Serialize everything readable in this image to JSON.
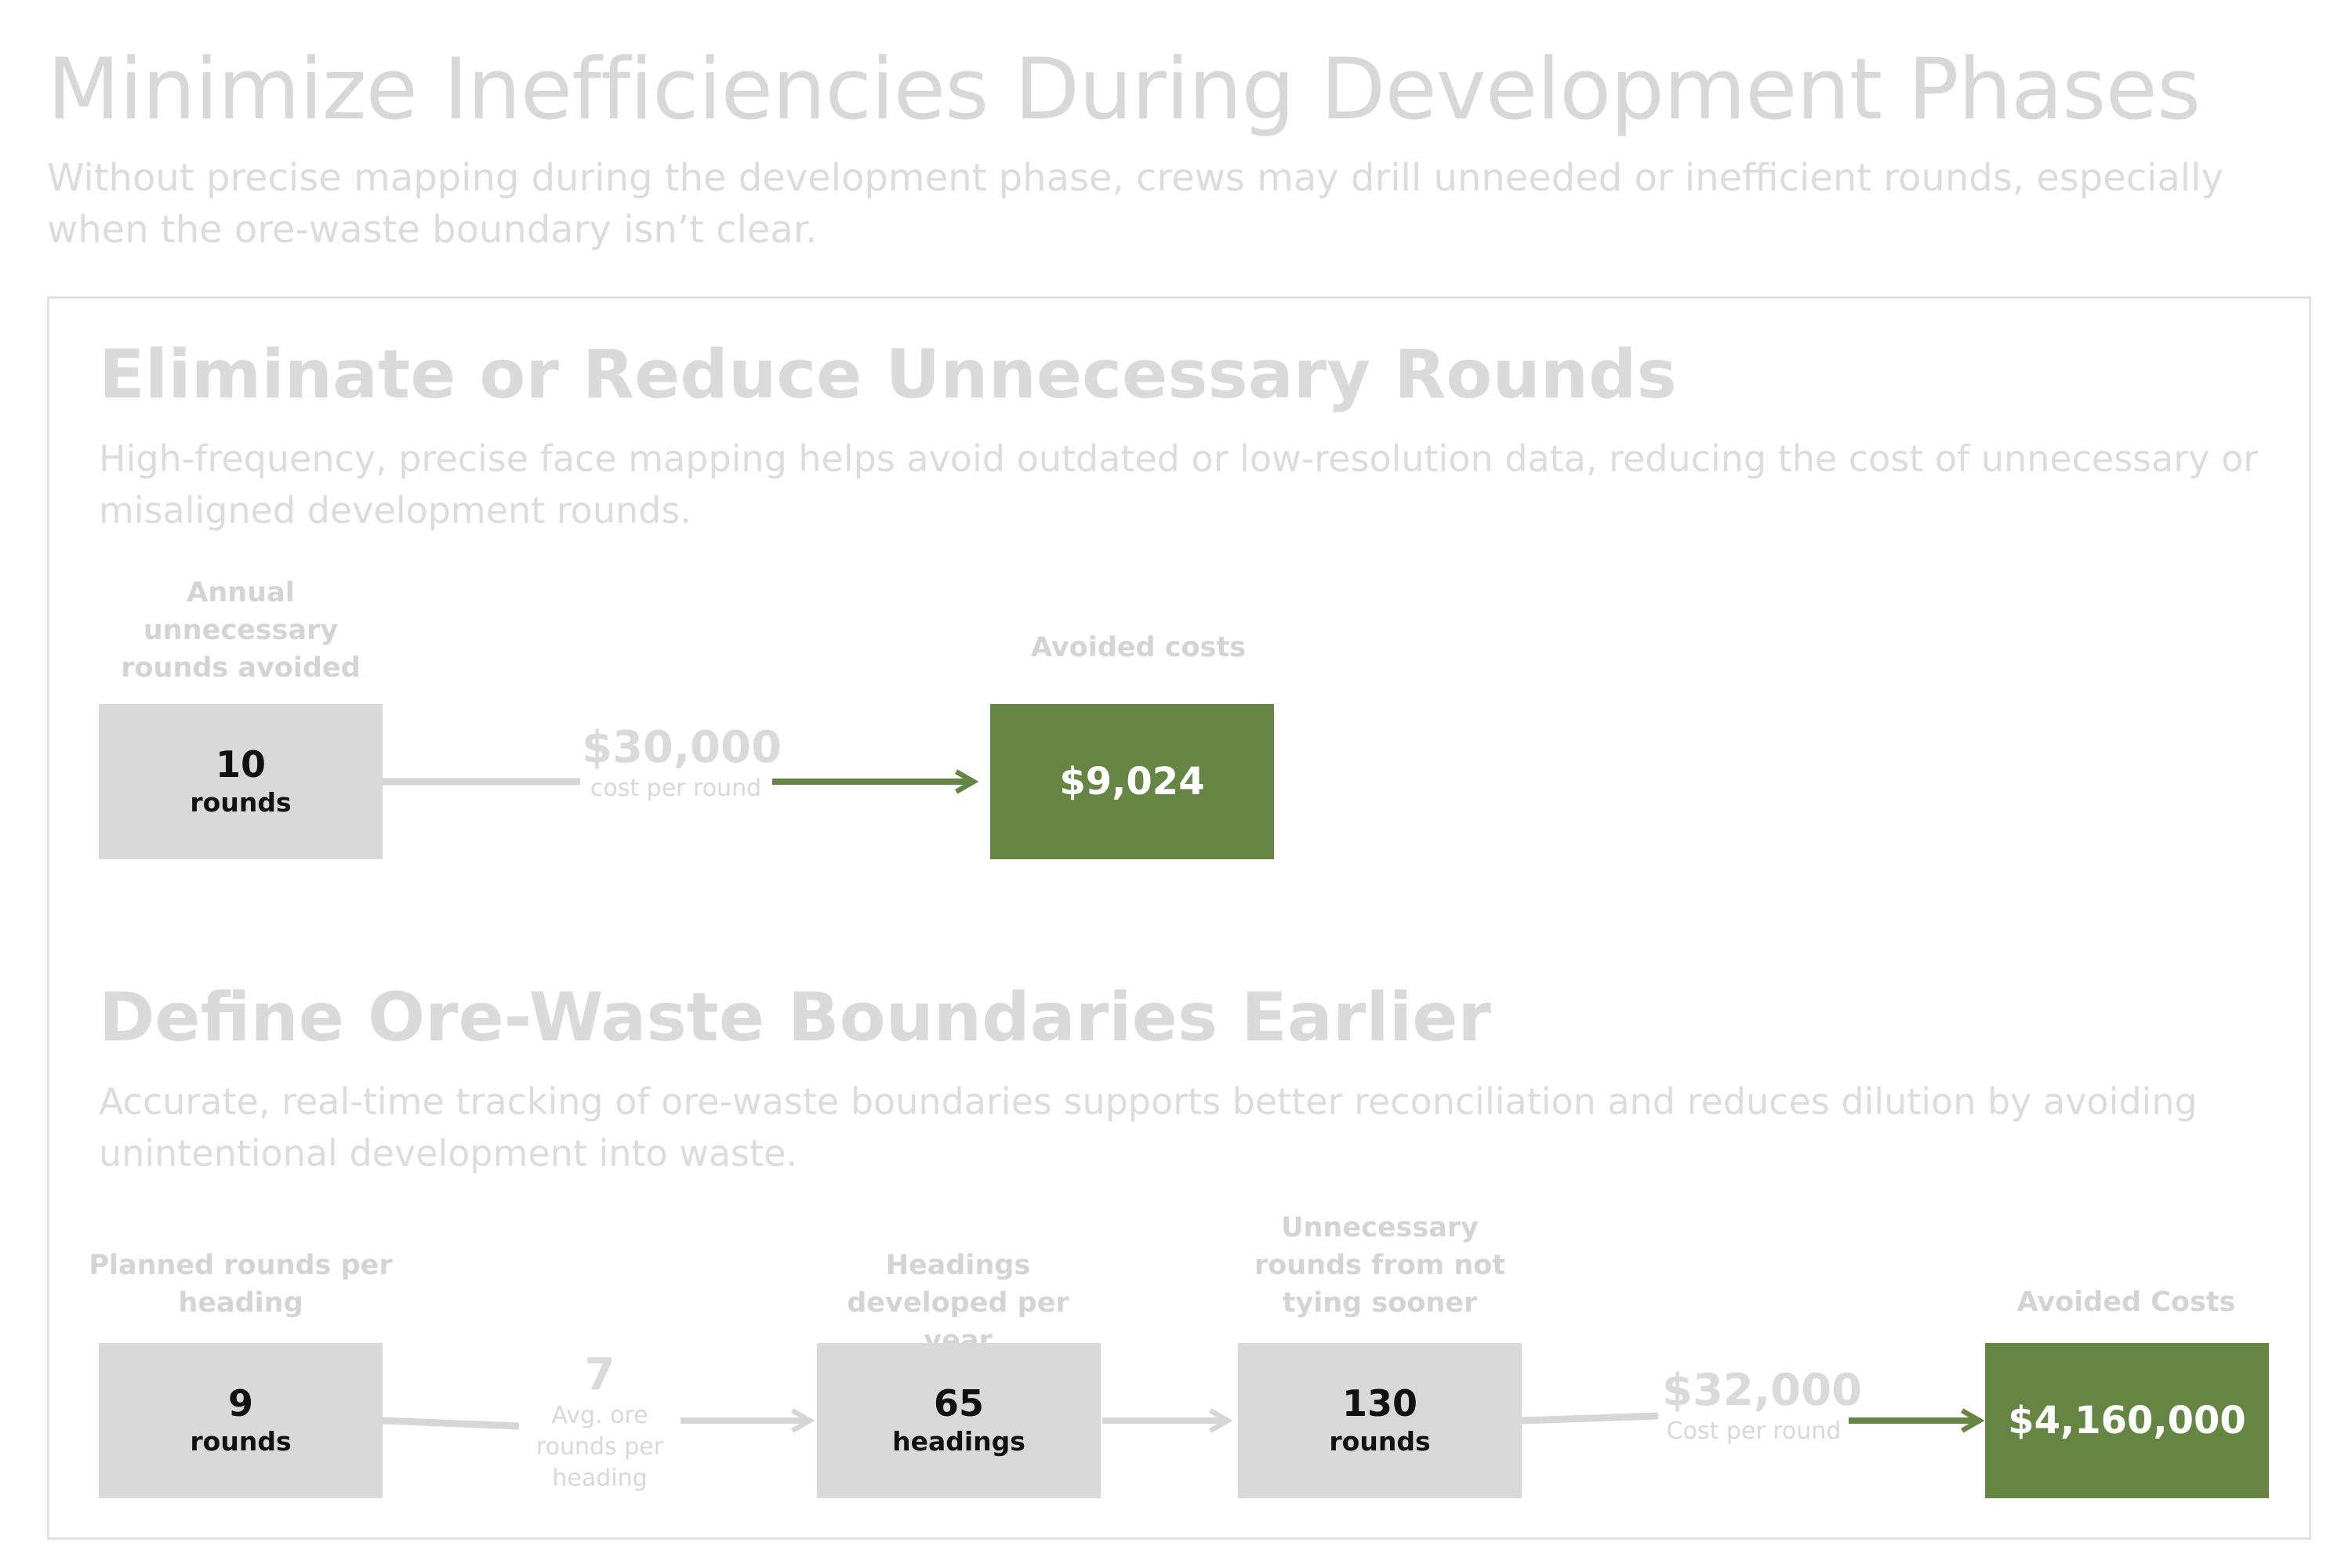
{
  "header": {
    "title": "Minimize Inefficiencies During Development Phases",
    "subtitle": "Without precise mapping during the development phase, crews may drill unneeded or inefficient rounds, especially when the ore-waste boundary isn’t clear."
  },
  "section1": {
    "title": "Eliminate or Reduce Unnecessary Rounds",
    "description": "High-frequency, precise face mapping helps avoid outdated or low-resolution data, reducing the cost of unnecessary or misaligned development rounds.",
    "input_label": "Annual unnecessary rounds avoided",
    "input_value": "10",
    "input_unit": "rounds",
    "factor_value": "$30,000",
    "factor_unit": "cost per round",
    "result_label": "Avoided costs",
    "result_value": "$9,024"
  },
  "section2": {
    "title": "Define Ore-Waste Boundaries Earlier",
    "description": "Accurate, real-time tracking of ore-waste boundaries supports better reconciliation and reduces dilution by avoiding unintentional development into waste.",
    "step1_label": "Planned rounds per heading",
    "step1_value": "9",
    "step1_unit": "rounds",
    "factor1_value": "7",
    "factor1_unit": "Avg. ore rounds per heading",
    "step2_label": "Headings developed per year",
    "step2_value": "65",
    "step2_unit": "headings",
    "step3_label": "Unnecessary rounds from not tying sooner",
    "step3_value": "130",
    "step3_unit": "rounds",
    "factor2_value": "$32,000",
    "factor2_unit": "Cost per round",
    "result_label": "Avoided Costs",
    "result_value": "$4,160,000"
  },
  "colors": {
    "accent_green": "#658543",
    "box_gray": "#d9d9d9",
    "connector_gray": "#d6d6d6"
  }
}
